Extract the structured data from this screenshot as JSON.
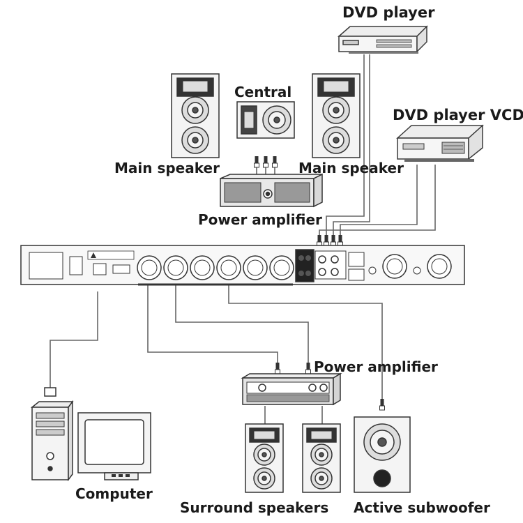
{
  "labels": {
    "dvd_player": "DVD player",
    "central": "Central",
    "dvd_player_vcd": "DVD player VCD",
    "main_speaker_left": "Main speaker",
    "main_speaker_right": "Main speaker",
    "power_amplifier_top": "Power amplifier",
    "power_amplifier_bottom": "Power amplifier",
    "computer": "Computer",
    "surround_speakers": "Surround speakers",
    "active_subwoofer": "Active subwoofer"
  },
  "colors": {
    "line": "#555555",
    "device_stroke": "#3a3a3a",
    "device_fill": "#f4f4f4",
    "driver_fill": "#d8d8d8",
    "label_text": "#1a1a1a"
  }
}
